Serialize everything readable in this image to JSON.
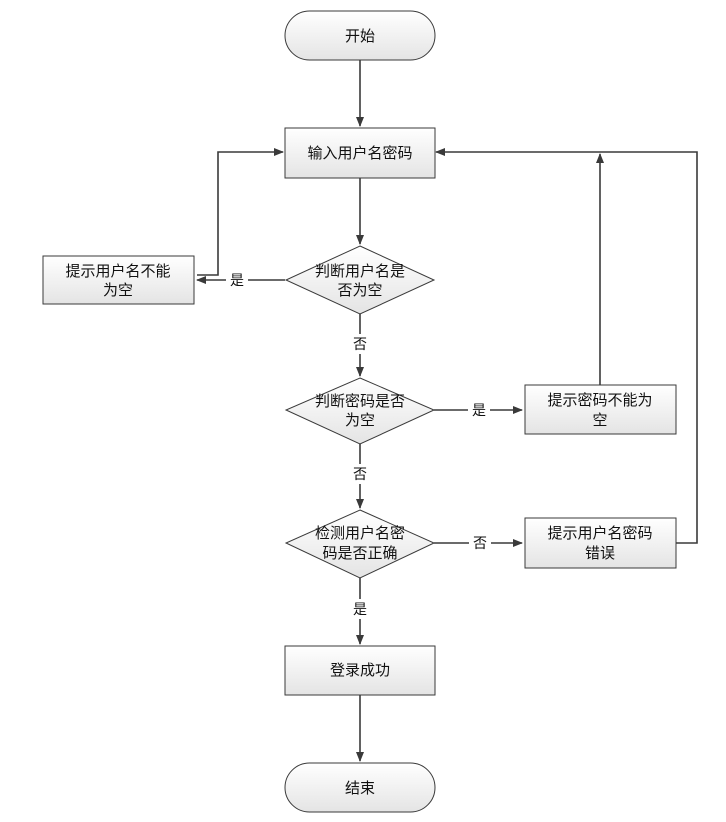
{
  "diagram": {
    "nodes": {
      "start": "开始",
      "input": "输入用户名密码",
      "check_user_1": "判断用户名是",
      "check_user_2": "否为空",
      "hint_user_1": "提示用户名不能",
      "hint_user_2": "为空",
      "check_pwd_1": "判断密码是否",
      "check_pwd_2": "为空",
      "hint_pwd_1": "提示密码不能为",
      "hint_pwd_2": "空",
      "verify_1": "检测用户名密",
      "verify_2": "码是否正确",
      "hint_err_1": "提示用户名密码",
      "hint_err_2": "错误",
      "success": "登录成功",
      "end": "结束"
    },
    "edges": {
      "user_yes": "是",
      "user_no": "否",
      "pwd_yes": "是",
      "pwd_no": "否",
      "verify_no": "否",
      "verify_yes": "是"
    },
    "colors": {
      "shape_fill": "#eeeeee",
      "stroke": "#3a3a3a",
      "text": "#111111"
    }
  }
}
